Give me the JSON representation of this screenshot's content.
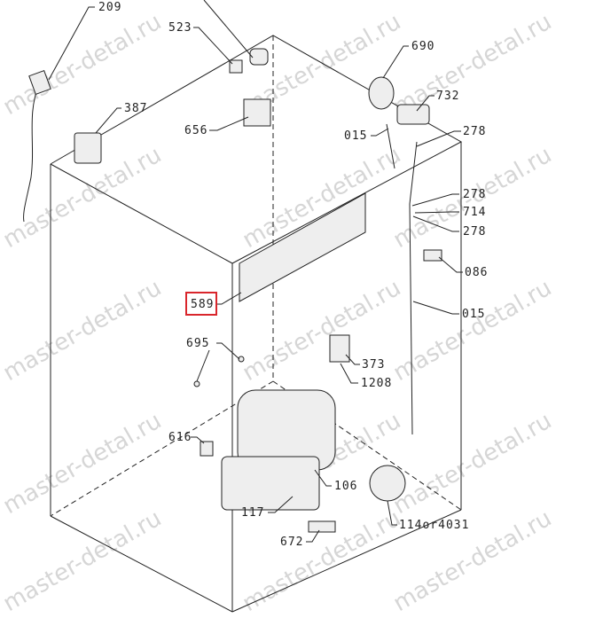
{
  "watermark": "master-detal.ru",
  "highlight_color": "#d9262c",
  "labels": {
    "p209": "209",
    "p523": "523",
    "p690": "690",
    "p732": "732",
    "p387": "387",
    "p656": "656",
    "p015a": "015",
    "p278a": "278",
    "p278b": "278",
    "p714": "714",
    "p278c": "278",
    "p086": "086",
    "p589": "589",
    "p015b": "015",
    "p695": "695",
    "p373": "373",
    "p1208": "1208",
    "p616": "616",
    "p106": "106",
    "p117": "117",
    "p672": "672",
    "p114": "114or4031"
  }
}
